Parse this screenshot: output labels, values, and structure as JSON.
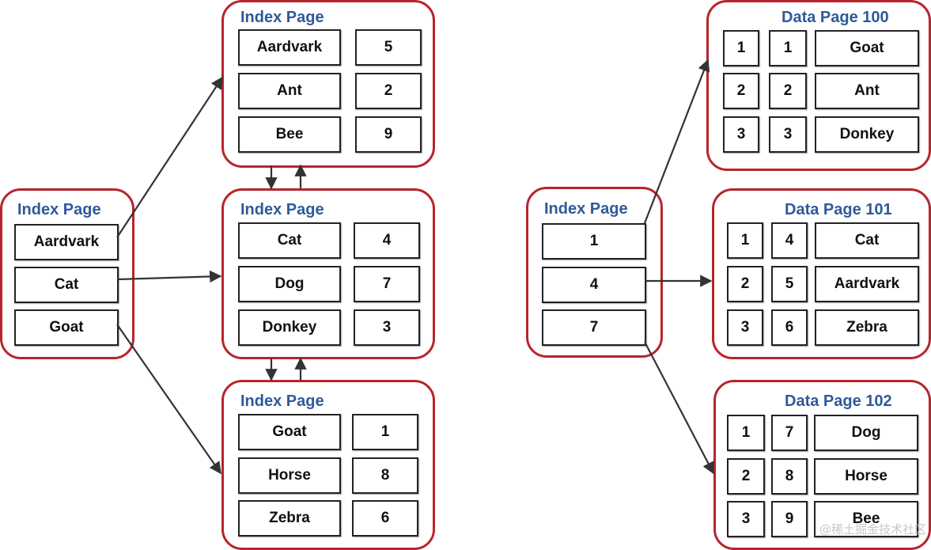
{
  "left_index": {
    "title": "Index Page",
    "entries": [
      "Aardvark",
      "Cat",
      "Goat"
    ]
  },
  "middle_pages": [
    {
      "title": "Index Page",
      "rows": [
        [
          "Aardvark",
          "5"
        ],
        [
          "Ant",
          "2"
        ],
        [
          "Bee",
          "9"
        ]
      ]
    },
    {
      "title": "Index Page",
      "rows": [
        [
          "Cat",
          "4"
        ],
        [
          "Dog",
          "7"
        ],
        [
          "Donkey",
          "3"
        ]
      ]
    },
    {
      "title": "Index Page",
      "rows": [
        [
          "Goat",
          "1"
        ],
        [
          "Horse",
          "8"
        ],
        [
          "Zebra",
          "6"
        ]
      ]
    }
  ],
  "right_index": {
    "title": "Index Page",
    "entries": [
      "1",
      "4",
      "7"
    ]
  },
  "data_pages": [
    {
      "title": "Data Page 100",
      "rows": [
        [
          "1",
          "1",
          "Goat"
        ],
        [
          "2",
          "2",
          "Ant"
        ],
        [
          "3",
          "3",
          "Donkey"
        ]
      ]
    },
    {
      "title": "Data Page 101",
      "rows": [
        [
          "1",
          "4",
          "Cat"
        ],
        [
          "2",
          "5",
          "Aardvark"
        ],
        [
          "3",
          "6",
          "Zebra"
        ]
      ]
    },
    {
      "title": "Data Page 102",
      "rows": [
        [
          "1",
          "7",
          "Dog"
        ],
        [
          "2",
          "8",
          "Horse"
        ],
        [
          "3",
          "9",
          "Bee"
        ]
      ]
    }
  ],
  "colors": {
    "border": "#b8242c",
    "title": "#2e5a9a",
    "arrow": "#333333"
  },
  "watermark": "@稀土掘金技术社区"
}
